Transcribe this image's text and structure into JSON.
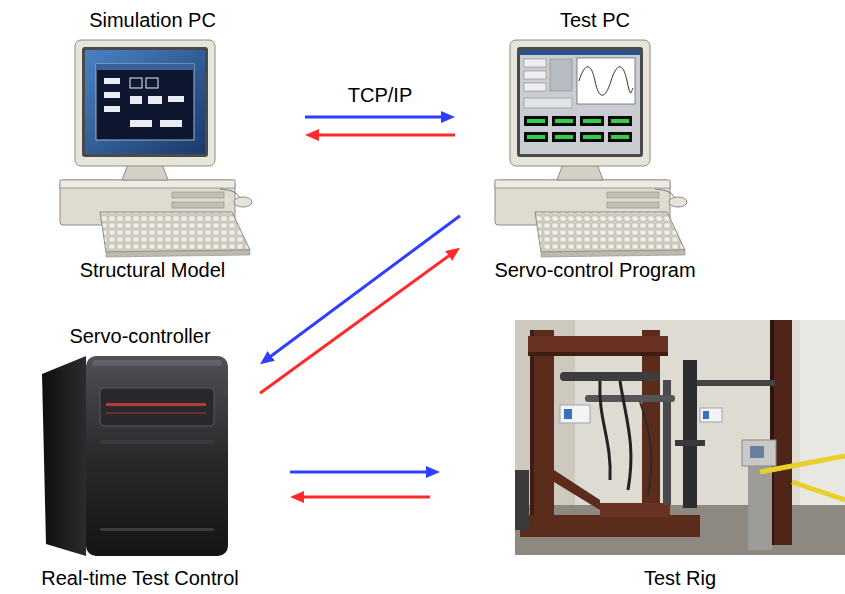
{
  "diagram": {
    "nodes": [
      {
        "text": [
          "Simulation PC",
          "Structural Model"
        ]
      },
      {
        "text": [
          "Test PC",
          "Servo-control Program"
        ]
      },
      {
        "text": [
          "Servo-controller",
          "Real-time Test Control"
        ]
      },
      {
        "text": [
          "Test Rig"
        ]
      }
    ],
    "edges": [
      {
        "from": 0,
        "to": 1,
        "arrow": "to",
        "label": "TCP/IP"
      },
      {
        "from": 1,
        "to": 0,
        "arrow": "to"
      },
      {
        "from": 1,
        "to": 2,
        "arrow": "to"
      },
      {
        "from": 2,
        "to": 1,
        "arrow": "to"
      },
      {
        "from": 2,
        "to": 3,
        "arrow": "to"
      },
      {
        "from": 3,
        "to": 2,
        "arrow": "to"
      }
    ]
  }
}
